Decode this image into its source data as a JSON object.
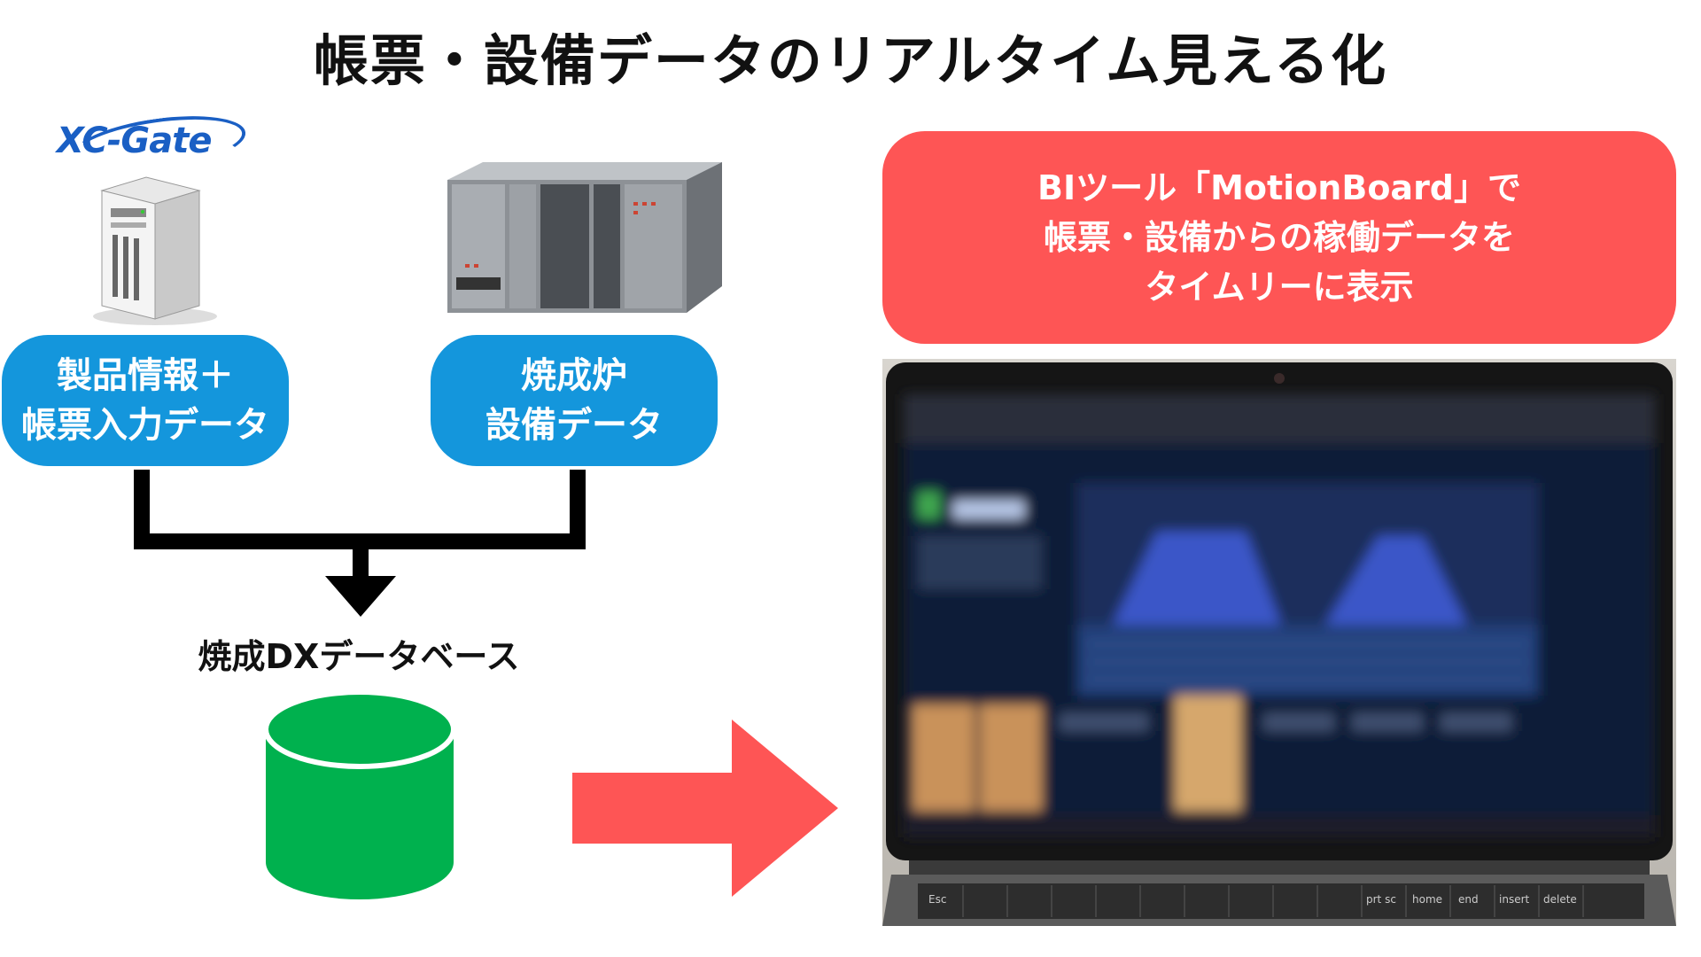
{
  "title": "帳票・設備データのリアルタイム見える化",
  "logo": {
    "text": "XC-Gate"
  },
  "left_box": {
    "line1": "製品情報＋",
    "line2": "帳票入力データ"
  },
  "right_box": {
    "line1": "焼成炉",
    "line2": "設備データ"
  },
  "database": {
    "label": "焼成DXデータベース"
  },
  "bi_box": {
    "line1": "BIツール「MotionBoard」で",
    "line2": "帳票・設備からの稼働データを",
    "line3": "タイムリーに表示"
  },
  "laptop_keys": [
    "Esc",
    "prt sc",
    "home",
    "end",
    "insert",
    "delete"
  ],
  "colors": {
    "blue_box": "#1496dc",
    "red_box": "#fe5555",
    "red_arrow": "#fe5555",
    "db_green": "#00b14e",
    "connector": "#000000"
  },
  "icons": [
    "server-icon",
    "plc-device-icon",
    "database-cylinder-icon",
    "down-arrow-icon",
    "right-arrow-icon",
    "laptop-photo"
  ]
}
